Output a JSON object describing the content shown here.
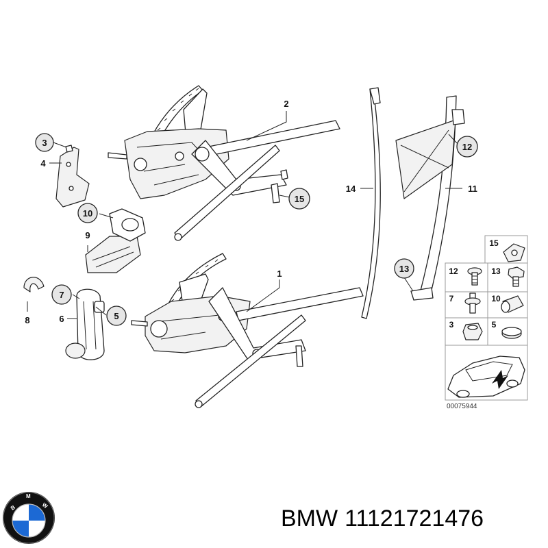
{
  "diagram": {
    "callouts": {
      "c1": "1",
      "c2": "2",
      "c3": "3",
      "c4": "4",
      "c5": "5",
      "c6": "6",
      "c7": "7",
      "c8": "8",
      "c9": "9",
      "c10": "10",
      "c11": "11",
      "c12": "12",
      "c13": "13",
      "c14": "14",
      "c15": "15"
    },
    "legend": {
      "l15": "15",
      "l12": "12",
      "l13": "13",
      "l7": "7",
      "l10": "10",
      "l3": "3",
      "l5": "5"
    },
    "reference_code": "00075944"
  },
  "caption": {
    "brand": "BMW",
    "part_number": "11121721476"
  },
  "logo": {
    "text": "BMW",
    "colors": {
      "blue": "#1c69d4",
      "ring": "#111111",
      "white": "#ffffff"
    }
  }
}
